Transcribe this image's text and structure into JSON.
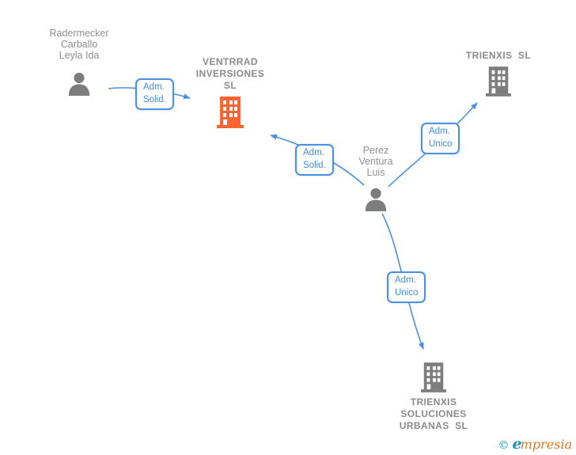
{
  "colors": {
    "accent_blue": "#4a90e2",
    "edge_text_blue": "#3c8be8",
    "icon_gray": "#7d7d7d",
    "text_gray": "#8f8f8f",
    "highlight_orange": "#fb6332",
    "logo_teal": "#2d93a8",
    "logo_blue": "#1f8fbe",
    "logo_orange": "#d97b26"
  },
  "diagram": {
    "nodes": [
      {
        "id": "person1",
        "type": "person",
        "label": "Radermecker\nCarballo\nLeyla Ida"
      },
      {
        "id": "company1",
        "type": "company",
        "label": "VENTRRAD\nINVERSIONES\nSL",
        "highlighted": true
      },
      {
        "id": "company2",
        "type": "company",
        "label": "TRIENXIS  SL"
      },
      {
        "id": "person2",
        "type": "person",
        "label": "Perez\nVentura\nLuis"
      },
      {
        "id": "company3",
        "type": "company",
        "label": "TRIENXIS\nSOLUCIONES\nURBANAS  SL"
      }
    ],
    "edges": [
      {
        "from": "person1",
        "to": "company1",
        "label": "Adm.\nSolid."
      },
      {
        "from": "person2",
        "to": "company1",
        "label": "Adm.\nSolid."
      },
      {
        "from": "person2",
        "to": "company2",
        "label": "Adm.\nUnico"
      },
      {
        "from": "person2",
        "to": "company3",
        "label": "Adm.\nUnico"
      }
    ]
  },
  "footer": {
    "copyright_symbol": "©",
    "brand_initial": "e",
    "brand_rest": "mpresia"
  }
}
